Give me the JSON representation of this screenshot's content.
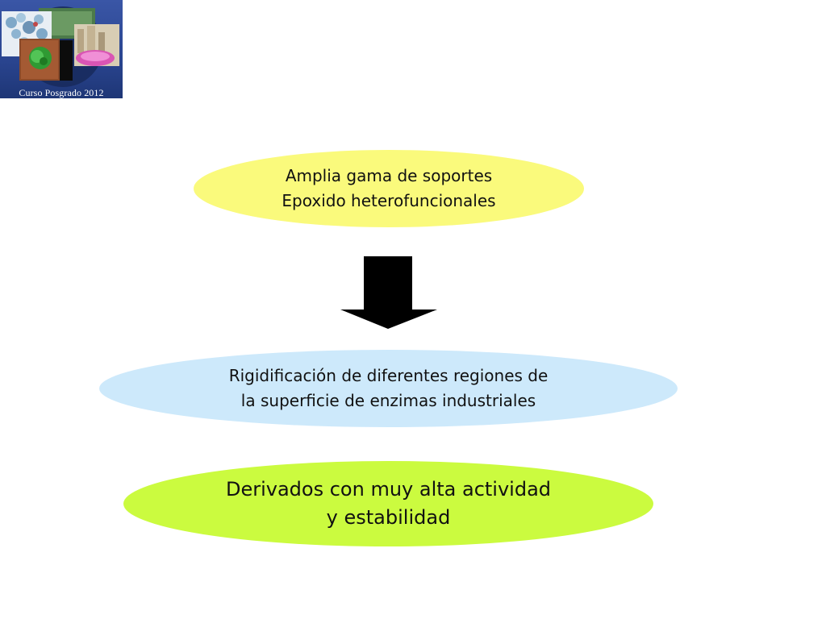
{
  "logo": {
    "caption": "Curso Posgrado 2012",
    "icon": "course-collage-logo"
  },
  "diagram": {
    "step1": {
      "line1": "Amplia gama de soportes",
      "line2": "Epoxido heterofuncionales",
      "color": "#fafa7c"
    },
    "arrow": {
      "icon": "down-arrow-icon",
      "color": "#000000"
    },
    "step2": {
      "line1": "Rigidificación de diferentes regiones de",
      "line2": "la superficie de enzimas industriales",
      "color": "#cde9fb"
    },
    "step3": {
      "line1": "Derivados con muy alta actividad",
      "line2": "y estabilidad",
      "color": "#cbfb3f"
    }
  }
}
